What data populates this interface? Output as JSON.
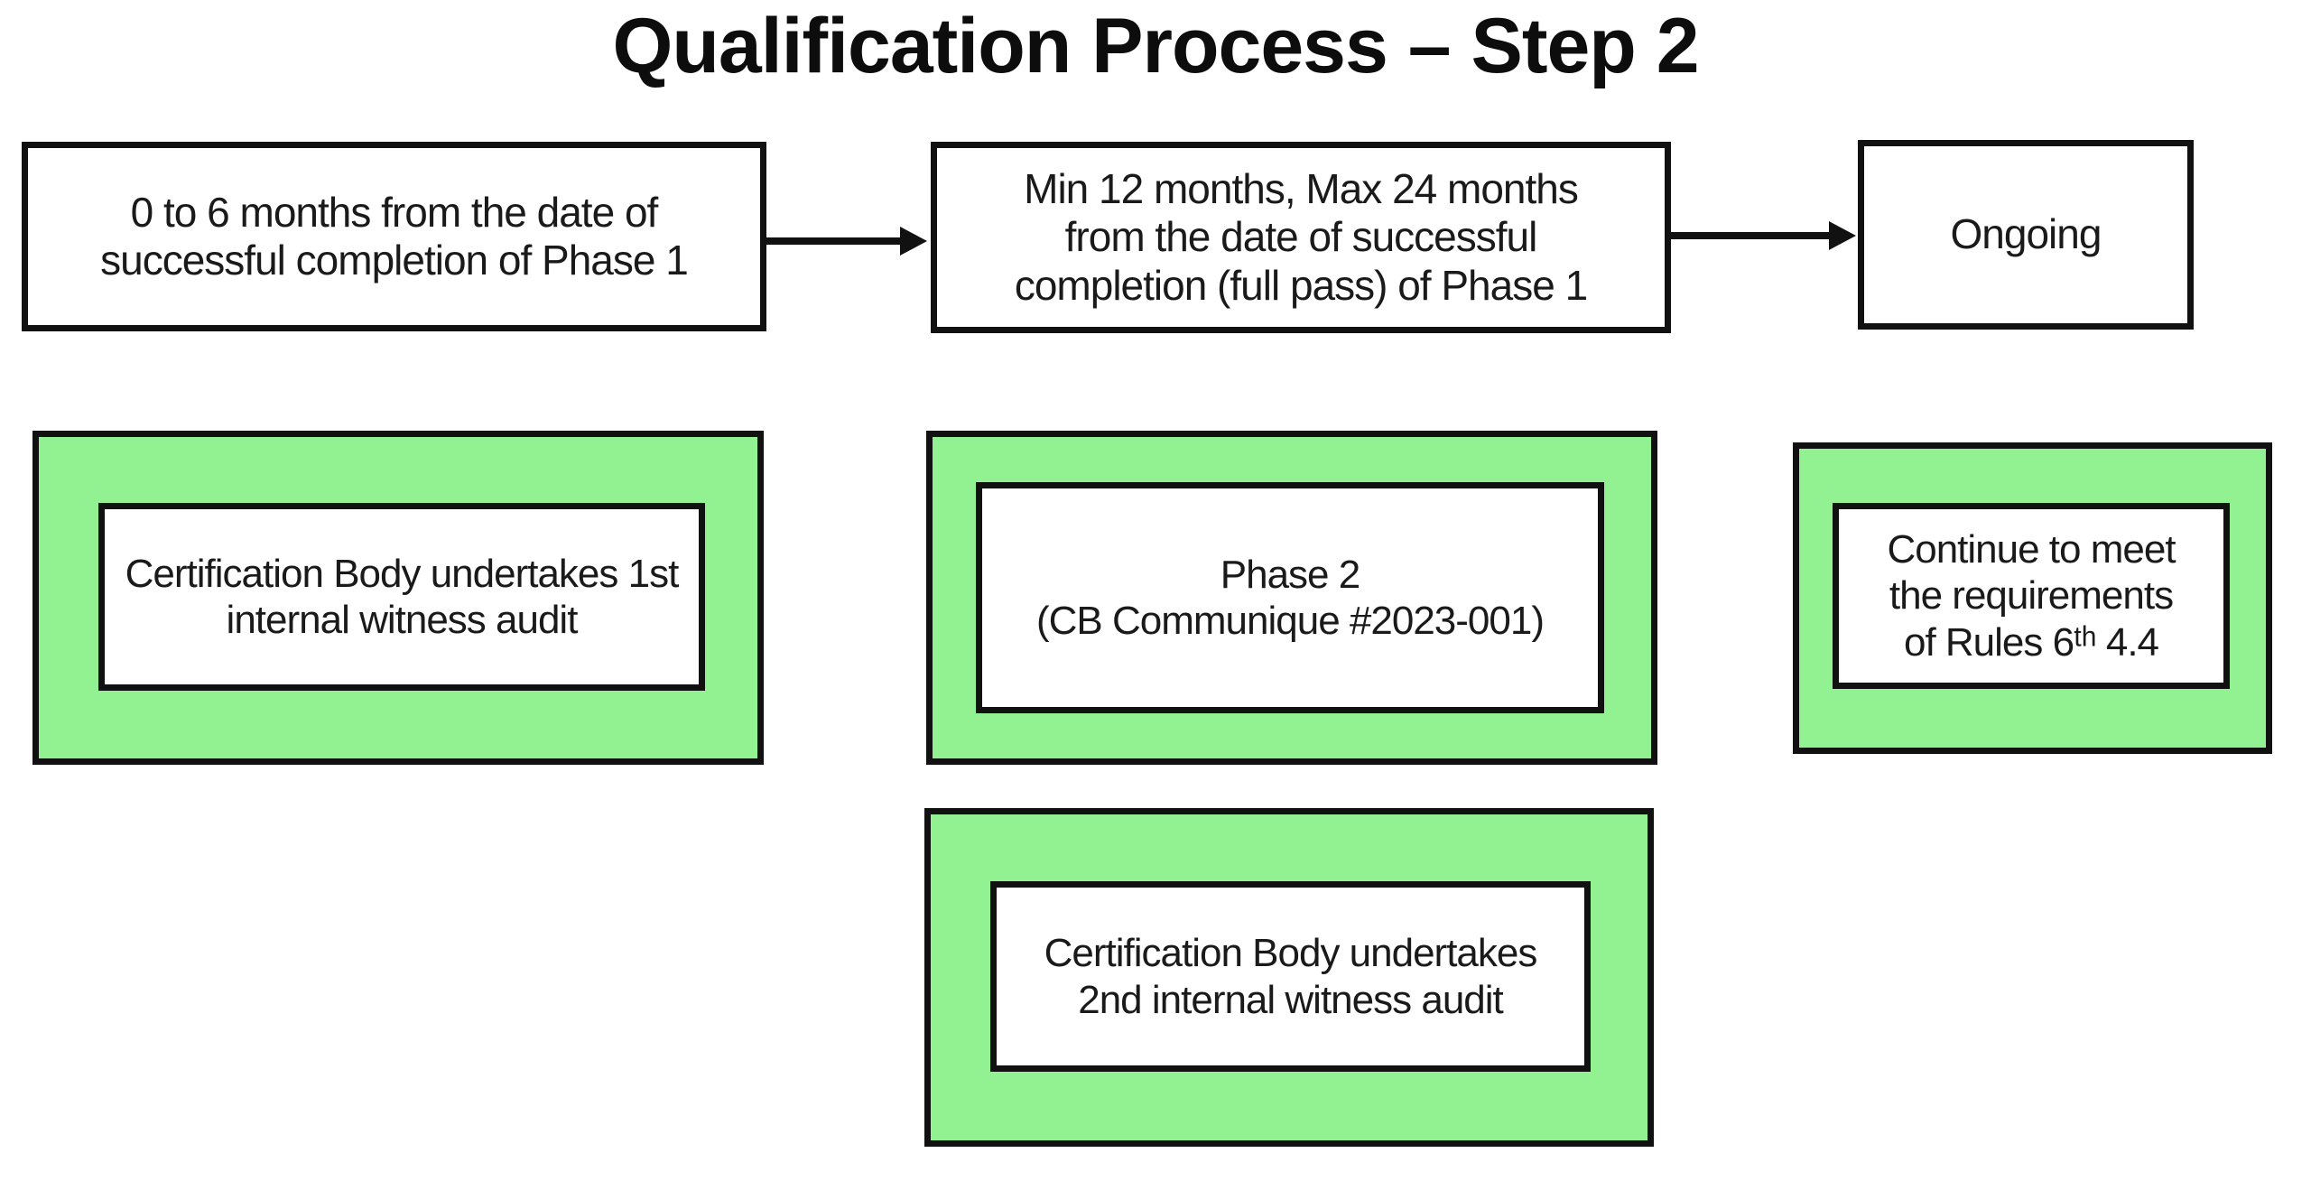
{
  "title": "Qualification Process – Step 2",
  "colors": {
    "highlight_green": "#92F292",
    "box_border": "#111111",
    "background": "#FFFFFF",
    "text": "#1A1A1A"
  },
  "flow": {
    "top_row": [
      {
        "text": "0 to 6 months from the date of\nsuccessful completion of Phase 1"
      },
      {
        "text": "Min 12 months, Max 24 months\nfrom the date of successful\ncompletion (full pass) of Phase 1"
      },
      {
        "text": "Ongoing"
      }
    ],
    "stage_row": [
      {
        "text": "Certification Body undertakes 1st\ninternal witness audit"
      },
      {
        "text": "Phase 2\n(CB Communique #2023-001)"
      },
      {
        "text": "Continue to meet\nthe requirements\nof Rules 6ᵗʰ 4.4"
      }
    ],
    "bottom_row": [
      {
        "text": "Certification Body undertakes\n2nd internal witness audit"
      }
    ]
  }
}
